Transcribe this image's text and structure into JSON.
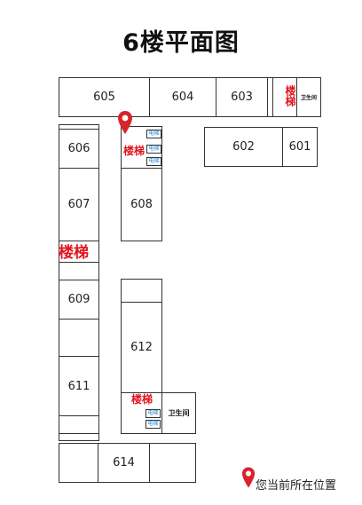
{
  "title": "6楼平面图",
  "rooms": {
    "r605": "605",
    "r604": "604",
    "r603": "603",
    "r602": "602",
    "r601": "601",
    "r606": "606",
    "r607": "607",
    "r608": "608",
    "r609": "609",
    "r611": "611",
    "r612": "612",
    "r614": "614"
  },
  "stairs_label": "楼梯",
  "elevator_label": "电梯",
  "restroom_label": "卫生间",
  "legend_text": "您当前所在位置",
  "colors": {
    "stairs": "#e0141e",
    "elevator": "#1a7fd1",
    "pin": "#d9232d",
    "wall": "#333333"
  },
  "icons": {
    "location_pin": "map-pin-icon"
  }
}
